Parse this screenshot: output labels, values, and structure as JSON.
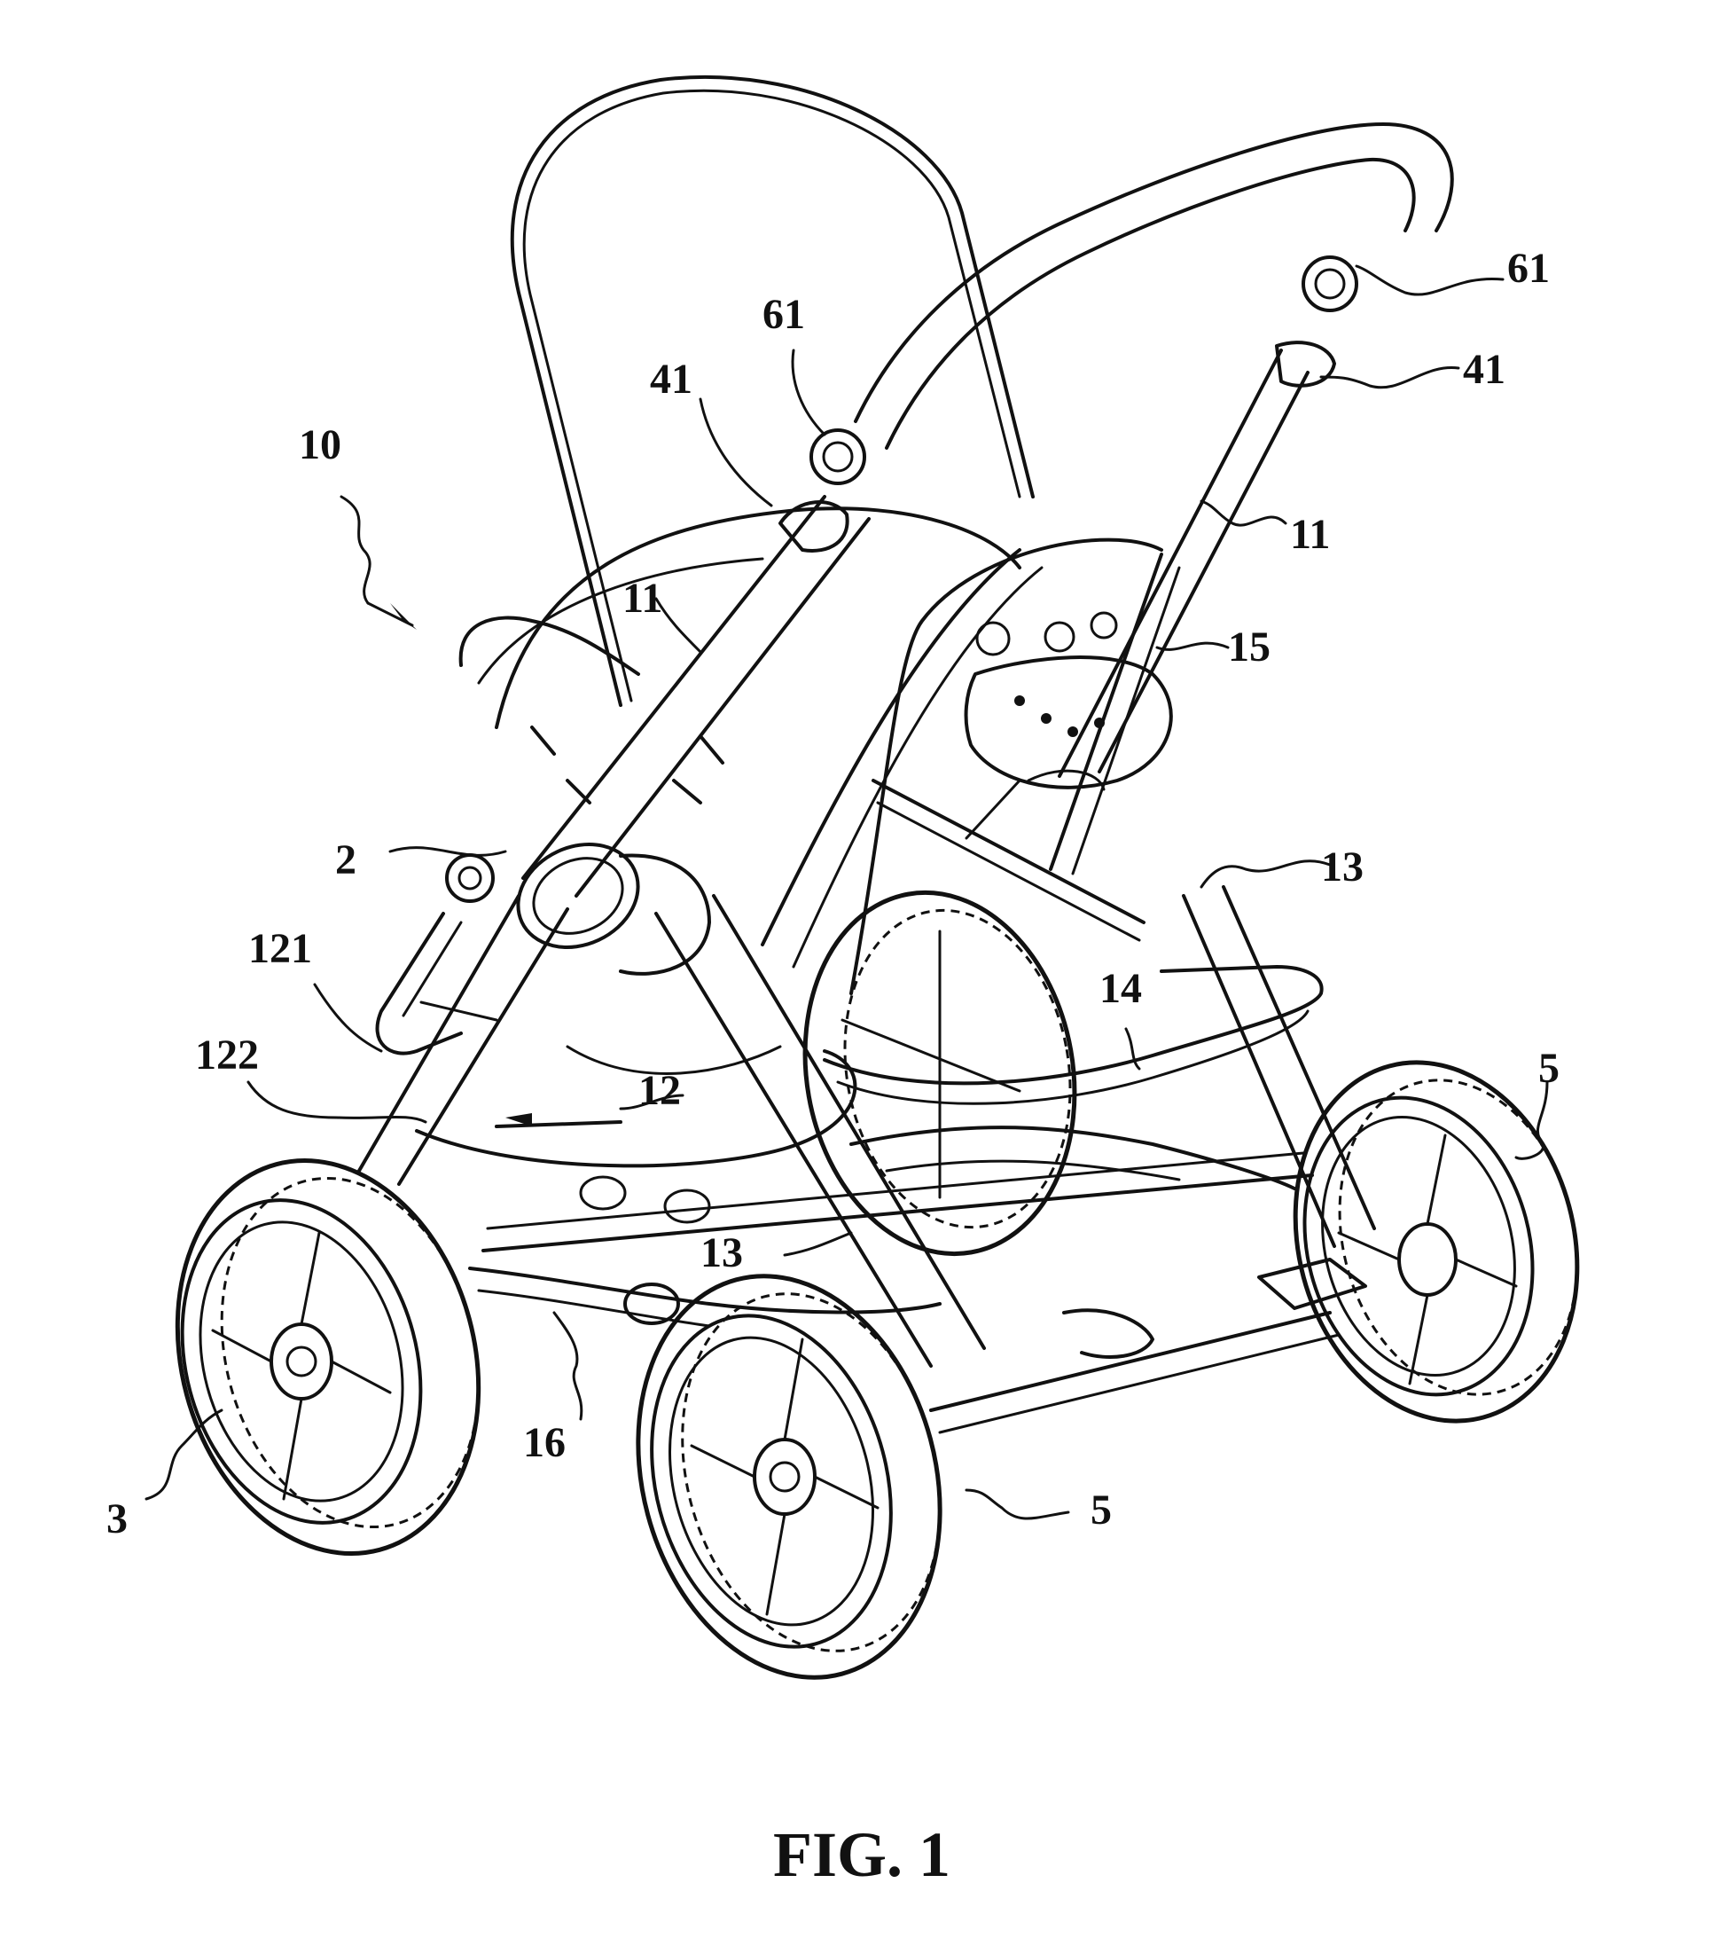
{
  "figure": {
    "caption": "FIG. 1",
    "labels": {
      "assembly": "10",
      "handle_joint_left": "61",
      "handle_joint_right": "61",
      "latch_left": "41",
      "latch_right": "41",
      "front_leg_left": "11",
      "front_leg_right": "11",
      "seat_mount": "15",
      "hub": "2",
      "rear_leg_right": "13",
      "rear_leg_bottom": "13",
      "canopy_arm_connector": "121",
      "canopy_arm_lower": "122",
      "canopy_arm": "12",
      "footrest": "14",
      "front_wheel_left": "3",
      "base_rail": "16",
      "rear_wheel_right": "5",
      "rear_wheel_front": "5"
    }
  }
}
